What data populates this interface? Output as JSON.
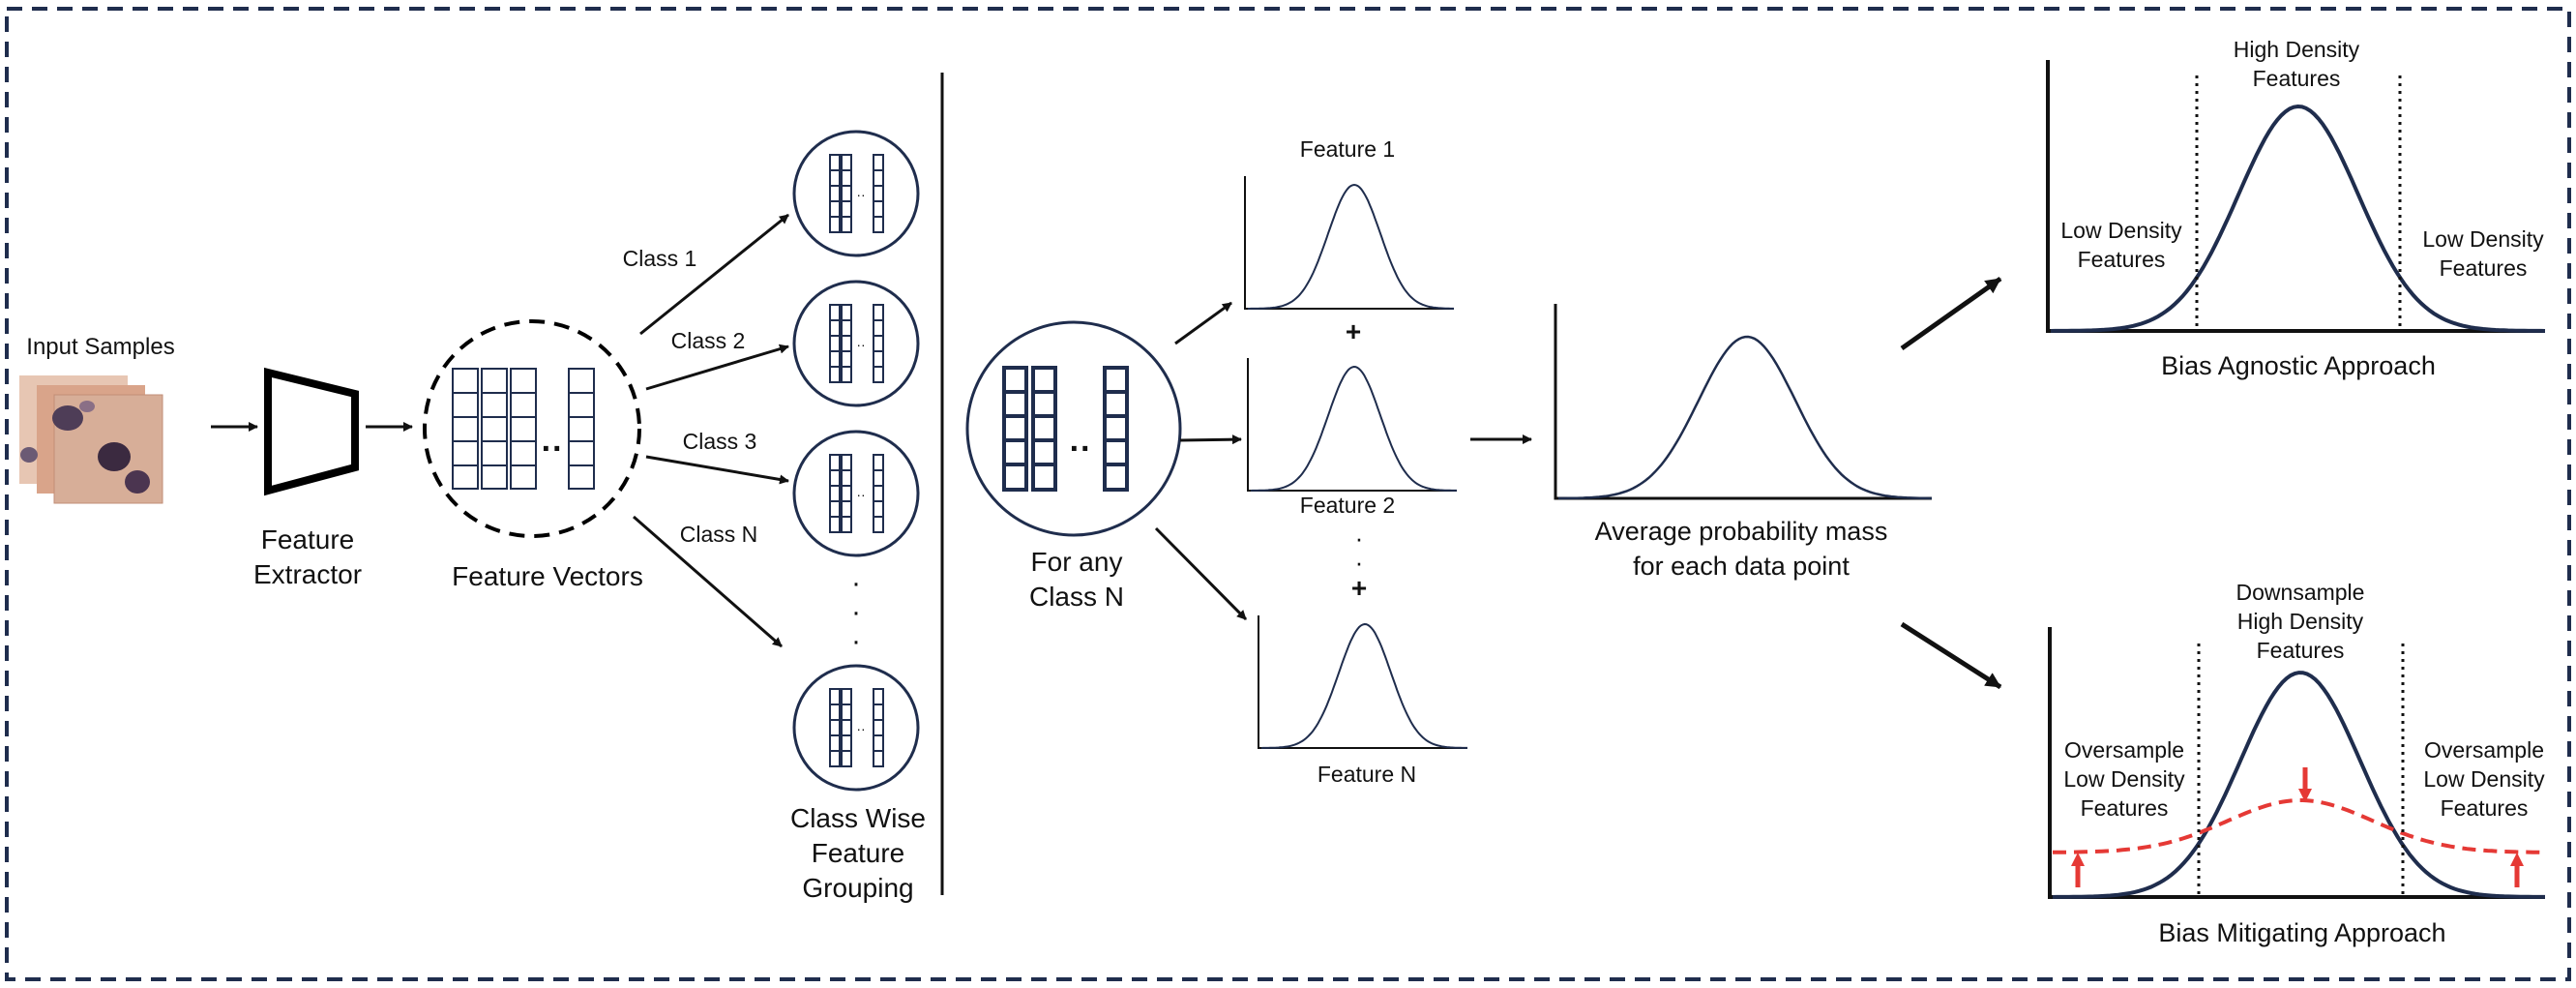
{
  "colors": {
    "frame": "#1f2d4d",
    "curve": "#1f2d4d",
    "arrow": "#111111",
    "highlight": "#e53935",
    "grid": "#1f2d4d"
  },
  "labels": {
    "input_samples": "Input Samples",
    "feature_extractor_1": "Feature",
    "feature_extractor_2": "Extractor",
    "feature_vectors": "Feature Vectors",
    "class_1": "Class 1",
    "class_2": "Class 2",
    "class_3": "Class 3",
    "class_n": "Class N",
    "class_wise_1": "Class Wise",
    "class_wise_2": "Feature",
    "class_wise_3": "Grouping",
    "for_any_1": "For any",
    "for_any_2": "Class N",
    "feature_1": "Feature 1",
    "feature_2": "Feature 2",
    "feature_n": "Feature N",
    "plus": "+",
    "avg_mass_1": "Average probability mass",
    "avg_mass_2": "for each data point",
    "high_density_1": "High Density",
    "high_density_2": "Features",
    "low_density_1": "Low Density",
    "low_density_2": "Features",
    "bias_agnostic": "Bias Agnostic Approach",
    "downsample_1": "Downsample",
    "downsample_2": "High Density",
    "downsample_3": "Features",
    "oversample_1": "Oversample",
    "oversample_2": "Low Density",
    "oversample_3": "Features",
    "bias_mitigating": "Bias Mitigating Approach",
    "dots": "··"
  }
}
